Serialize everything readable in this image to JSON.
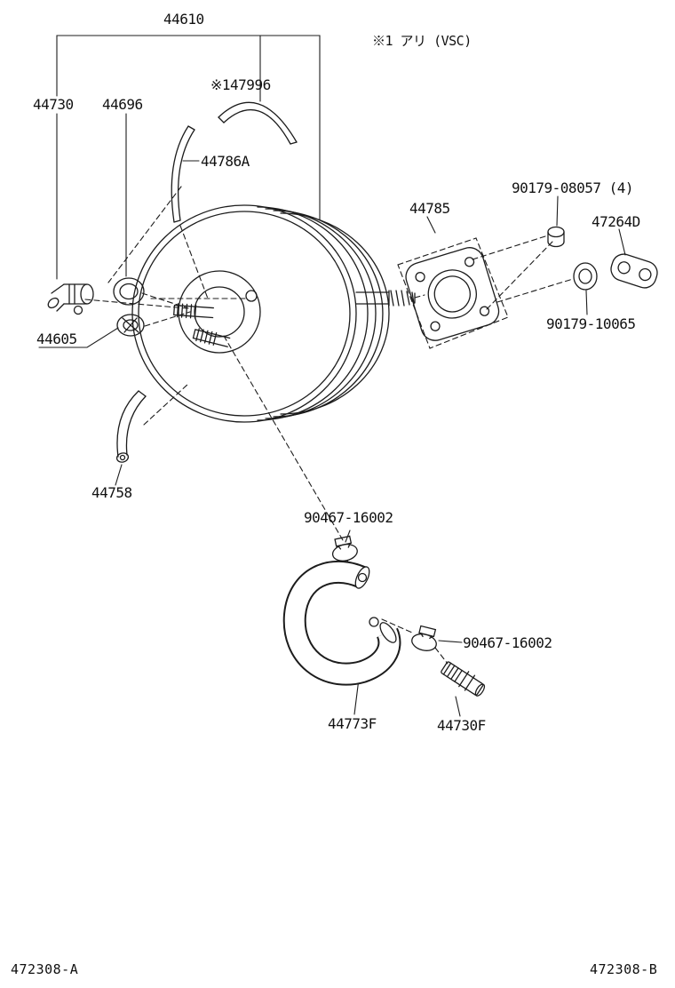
{
  "note": {
    "vsc": "※1 アリ (VSC)"
  },
  "footer": {
    "left": "472308-A",
    "right": "472308-B"
  },
  "labels": {
    "p44610": "44610",
    "p147996": "※147996",
    "p44730": "44730",
    "p44696": "44696",
    "p44786A": "44786A",
    "p90179_08057": "90179-08057 (4)",
    "p44785": "44785",
    "p47264D": "47264D",
    "p90179_10065": "90179-10065",
    "p44605": "44605",
    "p44758": "44758",
    "p90467a": "90467-16002",
    "p90467b": "90467-16002",
    "p44773F": "44773F",
    "p44730F": "44730F"
  },
  "colors": {
    "line": "#1c1c1c",
    "text": "#111111",
    "background": "#ffffff"
  }
}
